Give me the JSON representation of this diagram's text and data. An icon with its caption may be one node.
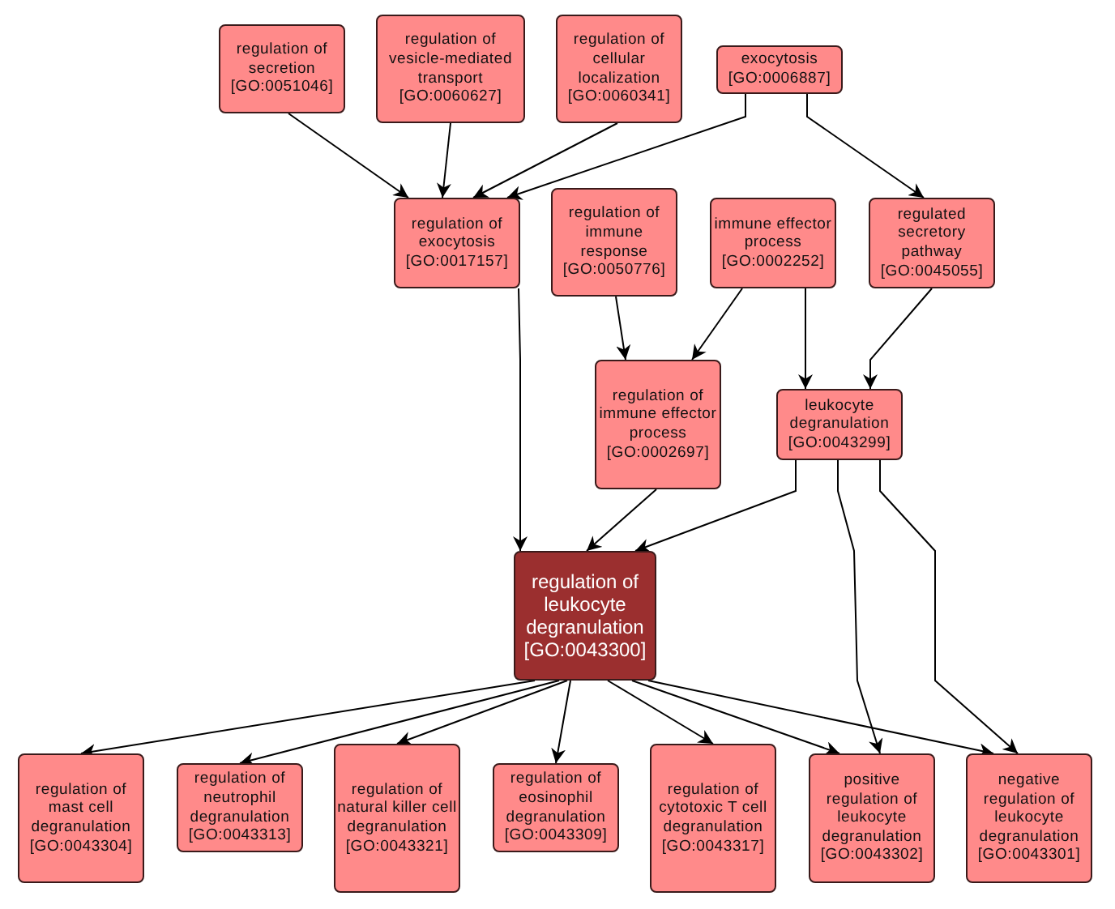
{
  "diagram": {
    "nodes": [
      {
        "text": [
          "regulation of secretion [GO:0051046]"
        ]
      },
      {
        "text": [
          "regulation of vesicle-mediated transport [GO:0060627]"
        ]
      },
      {
        "text": [
          "regulation of cellular localization [GO:0060341]"
        ]
      },
      {
        "text": [
          "exocytosis [GO:0006887]"
        ]
      },
      {
        "text": [
          "regulation of exocytosis [GO:0017157]"
        ]
      },
      {
        "text": [
          "regulation of immune response [GO:0050776]"
        ]
      },
      {
        "text": [
          "immune effector process [GO:0002252]"
        ]
      },
      {
        "text": [
          "regulated secretory pathway [GO:0045055]"
        ]
      },
      {
        "text": [
          "regulation of immune effector process [GO:0002697]"
        ]
      },
      {
        "text": [
          "leukocyte degranulation [GO:0043299]"
        ]
      },
      {
        "text": [
          "regulation of leukocyte degranulation [GO:0043300]"
        ]
      },
      {
        "text": [
          "regulation of mast cell degranulation [GO:0043304]"
        ]
      },
      {
        "text": [
          "regulation of neutrophil degranulation [GO:0043313]"
        ]
      },
      {
        "text": [
          "regulation of natural killer cell degranulation [GO:0043321]"
        ]
      },
      {
        "text": [
          "regulation of eosinophil degranulation [GO:0043309]"
        ]
      },
      {
        "text": [
          "regulation of cytotoxic T cell degranulation [GO:0043317]"
        ]
      },
      {
        "text": [
          "positive regulation of leukocyte degranulation [GO:0043302]"
        ]
      },
      {
        "text": [
          "negative regulation of leukocyte degranulation [GO:0043301]"
        ]
      }
    ],
    "edges": [
      {
        "from": 0,
        "to": 4,
        "arrow": "to"
      },
      {
        "from": 1,
        "to": 4,
        "arrow": "to"
      },
      {
        "from": 2,
        "to": 4,
        "arrow": "to"
      },
      {
        "from": 3,
        "to": 4,
        "arrow": "to"
      },
      {
        "from": 3,
        "to": 7,
        "arrow": "to"
      },
      {
        "from": 5,
        "to": 8,
        "arrow": "to"
      },
      {
        "from": 6,
        "to": 8,
        "arrow": "to"
      },
      {
        "from": 6,
        "to": 9,
        "arrow": "to"
      },
      {
        "from": 7,
        "to": 9,
        "arrow": "to"
      },
      {
        "from": 4,
        "to": 10,
        "arrow": "to"
      },
      {
        "from": 8,
        "to": 10,
        "arrow": "to"
      },
      {
        "from": 9,
        "to": 10,
        "arrow": "to"
      },
      {
        "from": 9,
        "to": 16,
        "arrow": "to"
      },
      {
        "from": 9,
        "to": 17,
        "arrow": "to"
      },
      {
        "from": 10,
        "to": 11,
        "arrow": "to"
      },
      {
        "from": 10,
        "to": 12,
        "arrow": "to"
      },
      {
        "from": 10,
        "to": 13,
        "arrow": "to"
      },
      {
        "from": 10,
        "to": 14,
        "arrow": "to"
      },
      {
        "from": 10,
        "to": 15,
        "arrow": "to"
      },
      {
        "from": 10,
        "to": 16,
        "arrow": "to"
      },
      {
        "from": 10,
        "to": 17,
        "arrow": "to"
      }
    ]
  }
}
